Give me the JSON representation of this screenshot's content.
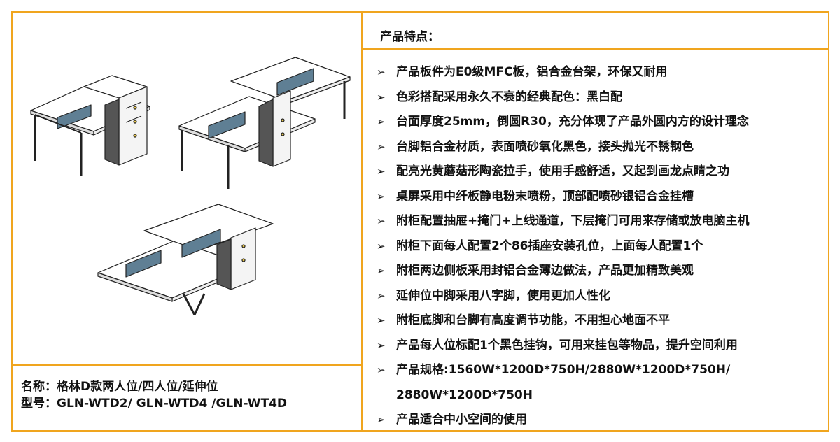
{
  "features_header": "产品特点：",
  "features": [
    "产品板件为E0级MFC板，铝合金台架，环保又耐用",
    "色彩搭配采用永久不衰的经典配色：黑白配",
    "台面厚度25mm，倒圆R30，充分体现了产品外圆内方的设计理念",
    "台脚铝合金材质，表面喷砂氧化黑色，接头抛光不锈钢色",
    "配亮光黄蘑菇形陶瓷拉手，使用手感舒适，又起到画龙点睛之功",
    "桌屏采用中纤板静电粉末喷粉，顶部配喷砂银铝合金挂槽",
    "附柜配置抽屉+掩门+上线通道，下层掩门可用来存储或放电脑主机",
    "附柜下面每人配置2个86插座安装孔位，上面每人配置1个",
    "附柜两边侧板采用封铝合金薄边做法，产品更加精致美观",
    "延伸位中脚采用八字脚，使用更加人性化",
    "附柜底脚和台脚有高度调节功能，不用担心地面不平",
    "产品每人位标配1个黑色挂钩，可用来挂包等物品，提升空间利用"
  ],
  "spec_line1": "产品规格:1560W*1200D*750H/2880W*1200D*750H/",
  "spec_line2": "2880W*1200D*750H",
  "last_feature": "产品适合中小空间的使用",
  "arrow_icon": "➢",
  "name_line": "名称：格林D款两人位/四人位/延伸位",
  "model_line": "型号：GLN-WTD2/ GLN-WTD4 /GLN-WT4D",
  "colors": {
    "border": "#f0a51e",
    "screen": "#5f7f94",
    "handle": "#e8c64a"
  }
}
